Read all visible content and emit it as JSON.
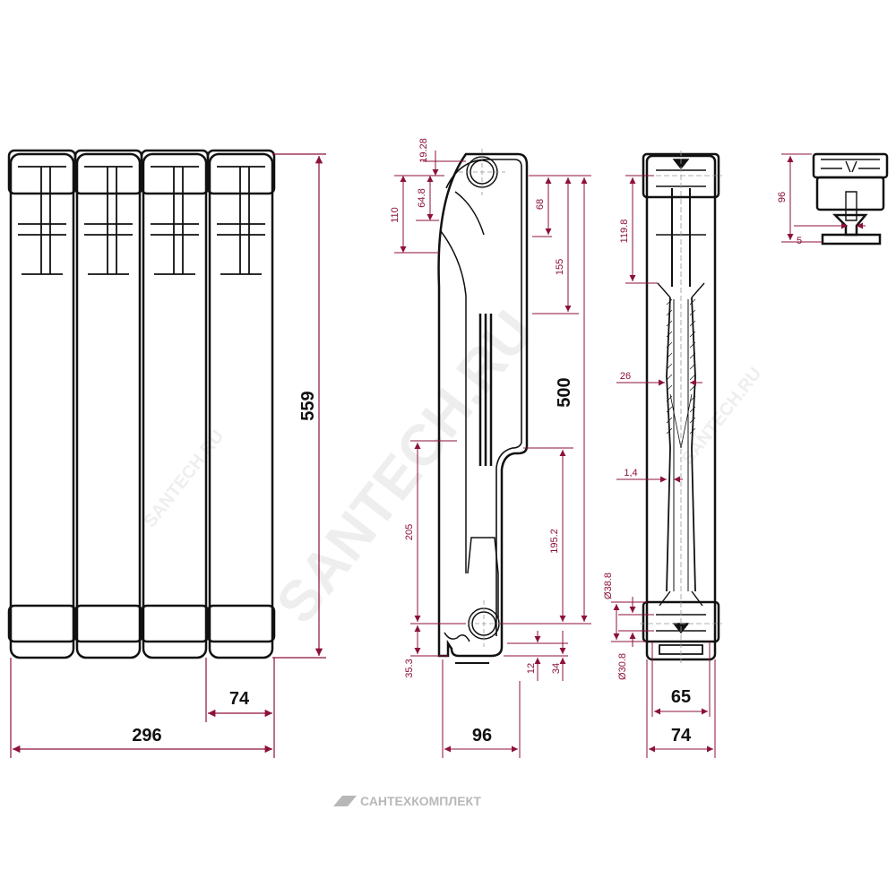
{
  "watermark": {
    "main": "SANTECH.RU",
    "small": "SANTECH.RU"
  },
  "footer_logo": {
    "text": "САНТЕХКОМПЛЕКТ",
    "icon": "santechkomplekt-logo-icon"
  },
  "colors": {
    "outline": "#111111",
    "dimension": "#8c1238",
    "watermark": "#000000"
  },
  "front_view": {
    "height_overall": "559",
    "width_section": "74",
    "width_total": "296"
  },
  "side_view": {
    "dims": {
      "d_19_28": "19.28",
      "d_64_8": "64.8",
      "d_110": "110",
      "d_68": "68",
      "d_155": "155",
      "d_500": "500",
      "d_205": "205",
      "d_195_2": "195.2",
      "d_35_3": "35.3",
      "d_12": "12",
      "d_34": "34",
      "d_96": "96"
    }
  },
  "section_view": {
    "dims": {
      "d_119_8": "119.8",
      "d_26": "26",
      "d_1_4": "1,4",
      "d_38_8": "Ø38.8",
      "d_30_8": "Ø30.8",
      "d_65": "65",
      "d_74": "74"
    }
  },
  "top_view": {
    "dims": {
      "d_96": "96",
      "d_5": "5"
    }
  }
}
